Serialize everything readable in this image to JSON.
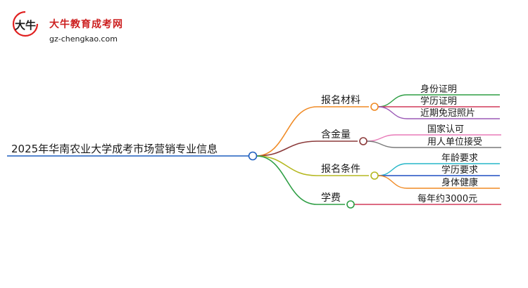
{
  "logo": {
    "title": "大牛教育成考网",
    "url_text": "gz-chengkao.com",
    "mark_text": "大牛"
  },
  "mindmap": {
    "root": "2025年华南农业大学成考市场营销专业信息",
    "branches": [
      {
        "label": "报名材料",
        "color": "#f08a24",
        "children": [
          {
            "label": "身份证明",
            "color": "#2e9e44"
          },
          {
            "label": "学历证明",
            "color": "#d23a5a"
          },
          {
            "label": "近期免冠照片",
            "color": "#9b59b6"
          }
        ]
      },
      {
        "label": "含金量",
        "color": "#8b3a3a",
        "children": [
          {
            "label": "国家认可",
            "color": "#e87ab8"
          },
          {
            "label": "用人单位接受",
            "color": "#7a7a7a"
          }
        ]
      },
      {
        "label": "报名条件",
        "color": "#b5b820",
        "children": [
          {
            "label": "年龄要求",
            "color": "#25b6c8"
          },
          {
            "label": "学历要求",
            "color": "#1e4fc2"
          },
          {
            "label": "身体健康",
            "color": "#f08a24"
          }
        ]
      },
      {
        "label": "学费",
        "color": "#2e9e44",
        "children": [
          {
            "label": "每年约3000元",
            "color": "#d23a5a"
          }
        ]
      }
    ]
  }
}
